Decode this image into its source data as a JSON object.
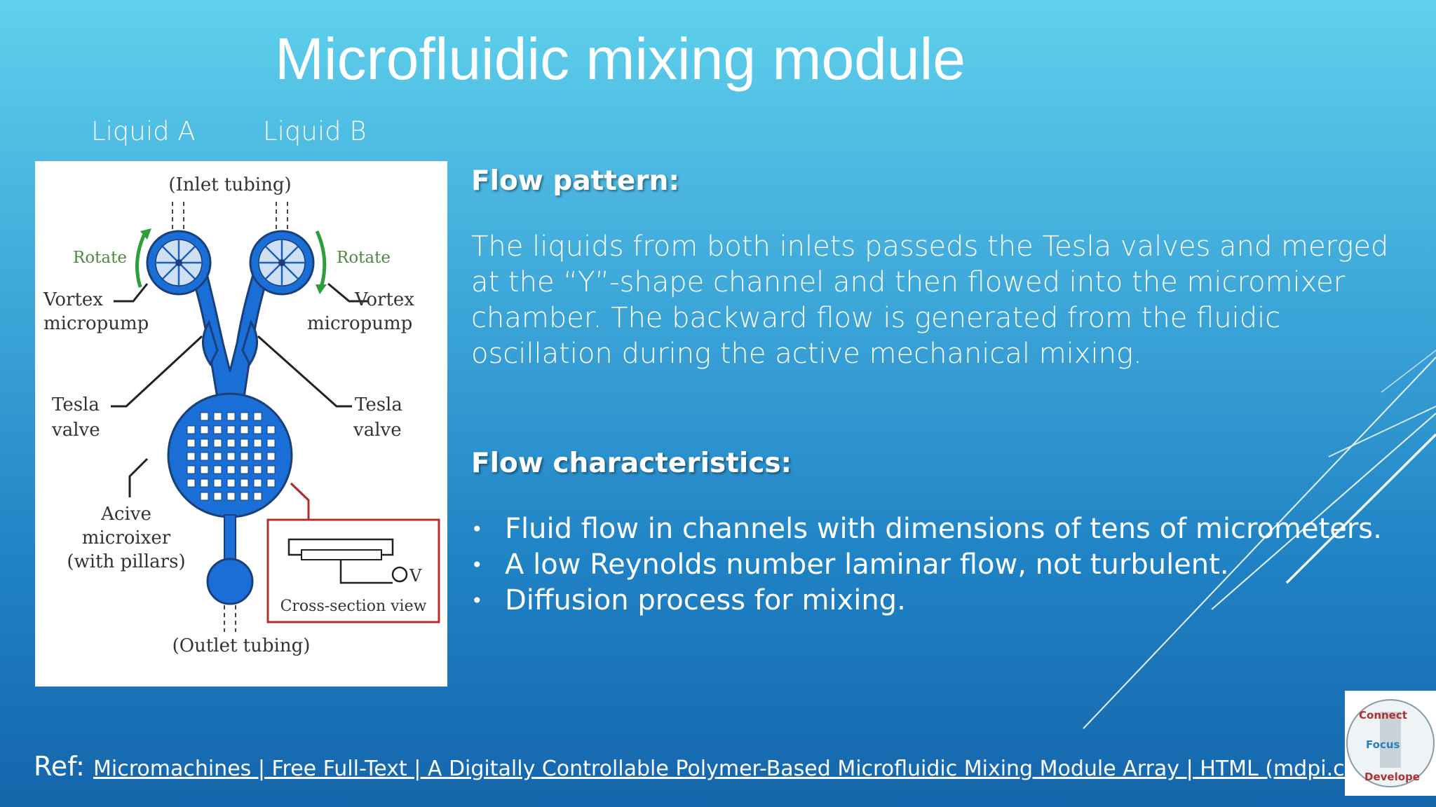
{
  "slide": {
    "title": "Microfluidic mixing module",
    "liquid_a": "Liquid A",
    "liquid_b": "Liquid B"
  },
  "figure": {
    "inlet_tubing": "(Inlet tubing)",
    "rotate_left": "Rotate",
    "rotate_right": "Rotate",
    "vortex_left_1": "Vortex",
    "vortex_left_2": "micropump",
    "vortex_right_1": "Vortex",
    "vortex_right_2": "micropump",
    "tesla_left_1": "Tesla",
    "tesla_left_2": "valve",
    "tesla_right_1": "Tesla",
    "tesla_right_2": "valve",
    "mixer_1": "Acive",
    "mixer_2": "microixer",
    "mixer_3": "(with pillars)",
    "voltage": "V",
    "cross_section": "Cross-section view",
    "outlet_tubing": "(Outlet tubing)"
  },
  "flow_pattern": {
    "heading": "Flow pattern:",
    "text": "The liquids from both inlets passeds the Tesla valves and merged at the “Y”-shape channel and then flowed into the micromixer chamber. The backward flow is generated from the fluidic oscillation during the active mechanical mixing."
  },
  "flow_characteristics": {
    "heading": "Flow characteristics:",
    "bullets": [
      "Fluid flow in channels with dimensions of tens of micrometers.",
      " A low Reynolds number laminar flow, not turbulent.",
      " Diffusion process for mixing."
    ]
  },
  "reference": {
    "prefix": "Ref: ",
    "link_text": "Micromachines | Free Full-Text | A Digitally Controllable Polymer-Based Microfluidic Mixing Module Array | HTML (mdpi.com)"
  },
  "logo": {
    "line1": "Connect",
    "line2": "Focus",
    "line3": "Develope"
  },
  "colors": {
    "fluid_blue": "#1a6fd6",
    "rotate_green": "#2e9e3a",
    "rotate_text": "#4a8a3e",
    "box_red": "#c0392b"
  }
}
